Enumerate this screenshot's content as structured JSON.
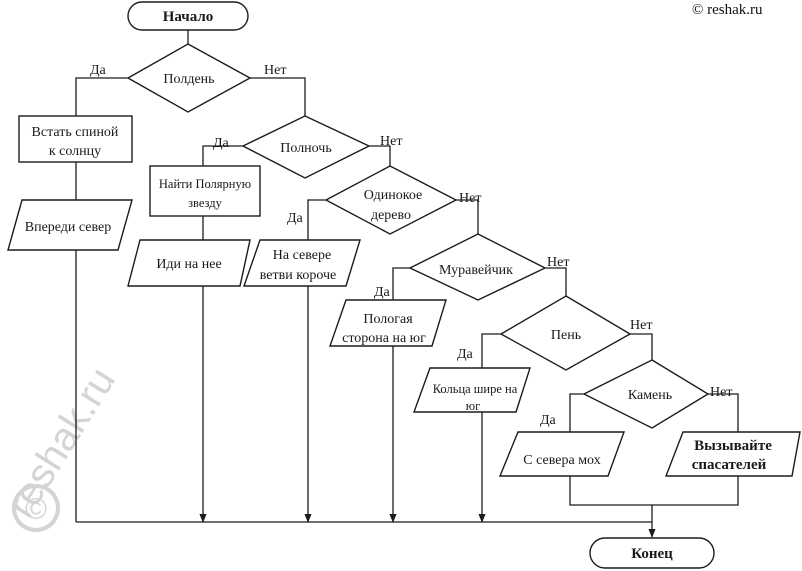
{
  "watermark_top": "© reshak.ru",
  "watermark_side": "reshak.ru",
  "watermark_c": "©",
  "yes": "Да",
  "no": "Нет",
  "nodes": {
    "start": "Начало",
    "q_noon": "Полдень",
    "act_back_to_sun": [
      "Встать спиной",
      "к солнцу"
    ],
    "out_north_ahead": "Впереди север",
    "q_midnight": "Полночь",
    "act_find_polaris": [
      "Найти Полярную",
      "звезду"
    ],
    "out_go_to_it": "Иди на нее",
    "q_lone_tree": [
      "Одинокое",
      "дерево"
    ],
    "out_north_branches": [
      "На севере",
      "ветви короче"
    ],
    "q_anthill": "Муравейчик",
    "out_gentle_south": [
      "Пологая",
      "сторона на юг"
    ],
    "q_stump": "Пень",
    "out_rings_south": [
      "Кольца шире на",
      "юг"
    ],
    "q_stone": "Камень",
    "out_moss_north": "С севера мох",
    "out_call_rescuers": [
      "Вызывайте",
      "спасателей"
    ],
    "end": "Конец"
  }
}
